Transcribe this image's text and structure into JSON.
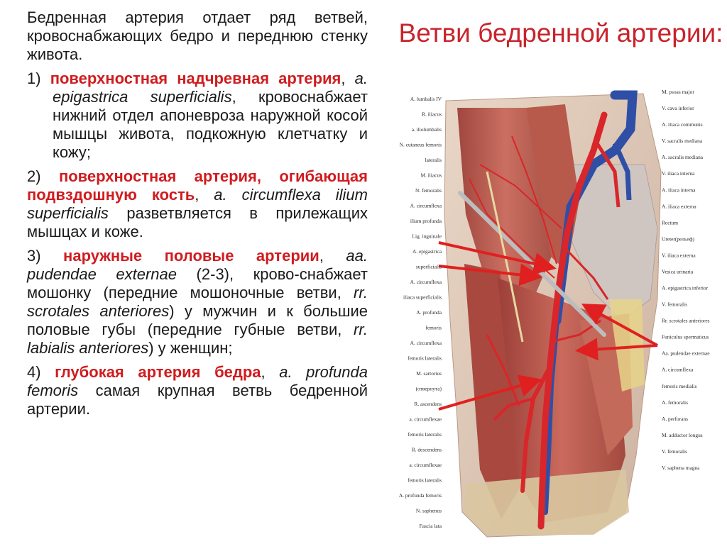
{
  "slide": {
    "title": "Ветви бедренной артерии:",
    "intro": "Бедренная артерия отдает ряд ветвей, кровоснабжающих бедро и переднюю стенку живота.",
    "items": [
      {
        "num": "1)",
        "red": "поверхностная надчревная артерия",
        "mid": ", ",
        "latin": "a. epigastrica superficialis",
        "rest": ", кровоснабжает нижний отдел апоневроза наружной косой мышцы живота, подкожную клетчатку и кожу;"
      },
      {
        "num": "2)",
        "red": "поверхностная артерия, огибающая подвздошную кость",
        "mid": ", ",
        "latin": "a. circumflexa ilium superficialis",
        "rest": " разветвляется в прилежащих мышцах и коже."
      },
      {
        "num": "3)",
        "red": "наружные половые артерии",
        "mid": ", ",
        "latin": "aa. pudendae externae",
        "rest": " (2-3), крово-снабжает мошонку (передние мошоночные ветви, ",
        "latin2": "rr. scrotales anteriores",
        "rest2": ") у мужчин и к большие половые губы (передние губные ветви, ",
        "latin3": "rr. labialis anteriores",
        "rest3": ") у женщин;"
      },
      {
        "num": "4)",
        "red": "глубокая артерия бедра",
        "mid": ", ",
        "latin": "a. profunda femoris",
        "rest": " самая крупная ветвь бедренной артерии."
      }
    ]
  },
  "figure": {
    "left_labels": [
      "A. lumbalis IV",
      "R. iliacus",
      "a. iliolumbalis",
      "N. cutaneus femoris",
      "lateralis",
      "M. iliacus",
      "N. femoralis",
      "A. circumflexa",
      "ilium profunda",
      "Lig. inguinale",
      "A. epigastrica",
      "superficialis",
      "A. circumflexa",
      "iliaca superficialis",
      "A. profunda",
      "femoris",
      "A. circumflexa",
      "femoris lateralis",
      "M. sartorius",
      "(отвернута)",
      "R. ascendens",
      "a. circumflexae",
      "femoris lateralis",
      "R. descendens",
      "a. circumflexae",
      "femoris lateralis",
      "A. profunda femoris",
      "N. saphenus",
      "Fascia lata"
    ],
    "right_labels": [
      "M. psoas major",
      "V. cava inferior",
      "A. iliaca communis",
      "V. sacralis mediana",
      "A. sacralis mediana",
      "V. iliaca interna",
      "A. iliaca interna",
      "A. iliaca externa",
      "Rectum",
      "Ureter(рельеф)",
      "V. iliaca externa",
      "Vesica urinaria",
      "A. epigastrica inferior",
      "V. femoralis",
      "Rr. scrotales anteriores",
      "Funiculus spermaticus",
      "Aa. pudendae externae",
      "A. circumflexa",
      "femoris medialis",
      "A. femoralis",
      "A. perforans",
      "M. adductor longus",
      "V. femoralis",
      "V. saphena magna"
    ],
    "colors": {
      "artery": "#d8262a",
      "vein": "#2f4fa6",
      "muscle": "#b5524a",
      "arrow": "#e02020"
    }
  }
}
